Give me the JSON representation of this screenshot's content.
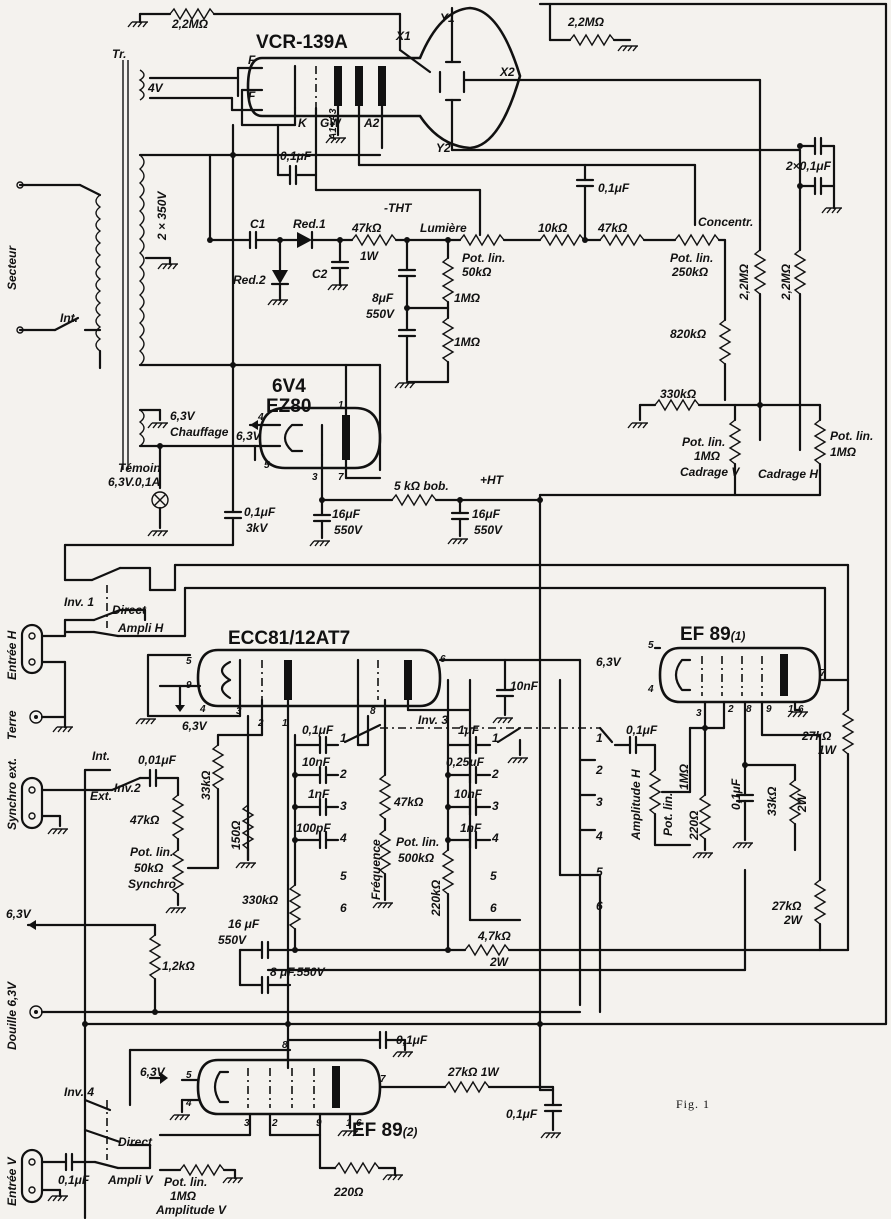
{
  "figure": "Fig. 1",
  "tubes": {
    "crt": "VCR-139A",
    "rect_a": "6V4",
    "rect_b": "EZ80",
    "timebase": "ECC81/12AT7",
    "amp1": "EF 89",
    "amp1_idx": "(1)",
    "amp2": "EF 89",
    "amp2_idx": "(2)"
  },
  "crt_pins": {
    "f1": "F",
    "f2": "F",
    "k": "K",
    "gw": "GW",
    "a13": "A1+A3",
    "a2": "A2",
    "x1": "X1",
    "x2": "X2",
    "y1": "Y1",
    "y2": "Y2"
  },
  "transformer": {
    "tr": "Tr.",
    "v4": "4V",
    "v350": "2 × 350V",
    "v63": "6,3V",
    "chauffage": "Chauffage"
  },
  "power": {
    "secteur": "Secteur",
    "int": "Int.",
    "temoin1": "Témoin",
    "temoin2": "6,3V.0,1A",
    "c1": "C1",
    "c2": "C2",
    "red1": "Red.1",
    "red2": "Red.2",
    "tht": "-THT",
    "ht": "+HT",
    "r47k1w": "47kΩ",
    "r1w": "1W",
    "c8uf": "8μF",
    "v550": "550V",
    "r1m_a": "1MΩ",
    "r1m_b": "1MΩ",
    "lumiere": "Lumière",
    "pot50_a": "Pot. lin.",
    "pot50_b": "50kΩ",
    "r10k": "10kΩ",
    "r47k": "47kΩ",
    "concentr": "Concentr.",
    "pot250_a": "Pot. lin.",
    "pot250_b": "250kΩ",
    "c01_top": "0,1μF",
    "c01_k": "0,1μF",
    "c2x01": "2×0,1μF",
    "r22m_top1": "2,2MΩ",
    "r22m_top2": "2,2MΩ",
    "r22m_v": "2,2MΩ",
    "r22m_h": "2,2MΩ",
    "r820k": "820kΩ",
    "r330k": "330kΩ",
    "potv_a": "Pot. lin.",
    "potv_b": "1MΩ",
    "cadrage_v": "Cadrage V",
    "poth_a": "Pot. lin.",
    "poth_b": "1MΩ",
    "cadrage_h": "Cadrage H",
    "rect_v": "6,3V",
    "pin1": "1",
    "pin3": "3",
    "pin4": "4",
    "pin5": "5",
    "pin7": "7",
    "c01_3kv_a": "0,1μF",
    "c01_3kv_b": "3kV",
    "c16_a": "16μF",
    "c16_b": "550V",
    "rbob": "5 kΩ bob.",
    "c16b_a": "16μF",
    "c16b_b": "550V"
  },
  "inputs": {
    "entree_h": "Entrée H",
    "terre": "Terre",
    "synchro_ext": "Synchro ext.",
    "v63_out": "6,3V",
    "douille": "Douille 6,3V",
    "entree_v": "Entrée V",
    "inv1": "Inv. 1",
    "direct1": "Direct",
    "ampli_h": "Ampli H",
    "inv2": "Inv.2",
    "int": "Int.",
    "ext": "Ext.",
    "c001": "0,01μF",
    "inv4": "Inv. 4",
    "direct2": "Direct",
    "ampli_v": "Ampli V",
    "c01v": "0,1μF"
  },
  "timebase": {
    "pins": [
      "5",
      "9",
      "4",
      "3",
      "2",
      "1",
      "8",
      "6"
    ],
    "heater": "6,3V",
    "r33k": "33kΩ",
    "r47k": "47kΩ",
    "pot_a": "Pot. lin.",
    "pot_b": "50kΩ",
    "synchro": "Synchro",
    "r150": "150Ω",
    "caps_a": [
      "0,1μF",
      "10nF",
      "1nF",
      "100pF"
    ],
    "caps_b": [
      "1μF",
      "0,25μF",
      "10nF",
      "1nF"
    ],
    "pos": [
      "1",
      "2",
      "3",
      "4",
      "5",
      "6"
    ],
    "inv3": "Inv. 3",
    "r47k_f": "47kΩ",
    "freq": "Fréquence",
    "potf_a": "Pot. lin.",
    "potf_b": "500kΩ",
    "r330k": "330kΩ",
    "r220k": "220kΩ",
    "c10nf": "10nF",
    "c16": "16 μF",
    "v550": "550V",
    "c8": "8 μF.550V",
    "r47k2w": "4,7kΩ",
    "r2w": "2W",
    "r12k": "1,2kΩ"
  },
  "amp_h": {
    "heater": "6,3V",
    "pins": [
      "5",
      "4",
      "3",
      "2",
      "8",
      "9",
      "1",
      "6",
      "7"
    ],
    "c01": "0,1μF",
    "amplitude": "Amplitude H",
    "pot_a": "Pot. lin.",
    "pot_b": "1MΩ",
    "r220": "220Ω",
    "c01b": "0,1μF",
    "r33k": "33kΩ",
    "r33k_w": "2W",
    "r27k_a": "27kΩ",
    "r27k_a_w": "1W",
    "r27k_b": "27kΩ",
    "r27k_b_w": "2W"
  },
  "amp_v": {
    "heater": "6,3V",
    "pins": [
      "8",
      "5",
      "4",
      "3",
      "2",
      "9",
      "1",
      "6",
      "7"
    ],
    "c01": "0,1μF",
    "r27k": "27kΩ 1W",
    "c01b": "0,1μF",
    "r220": "220Ω",
    "pot_a": "Pot. lin.",
    "pot_b": "1MΩ",
    "amplitude": "Amplitude V"
  }
}
